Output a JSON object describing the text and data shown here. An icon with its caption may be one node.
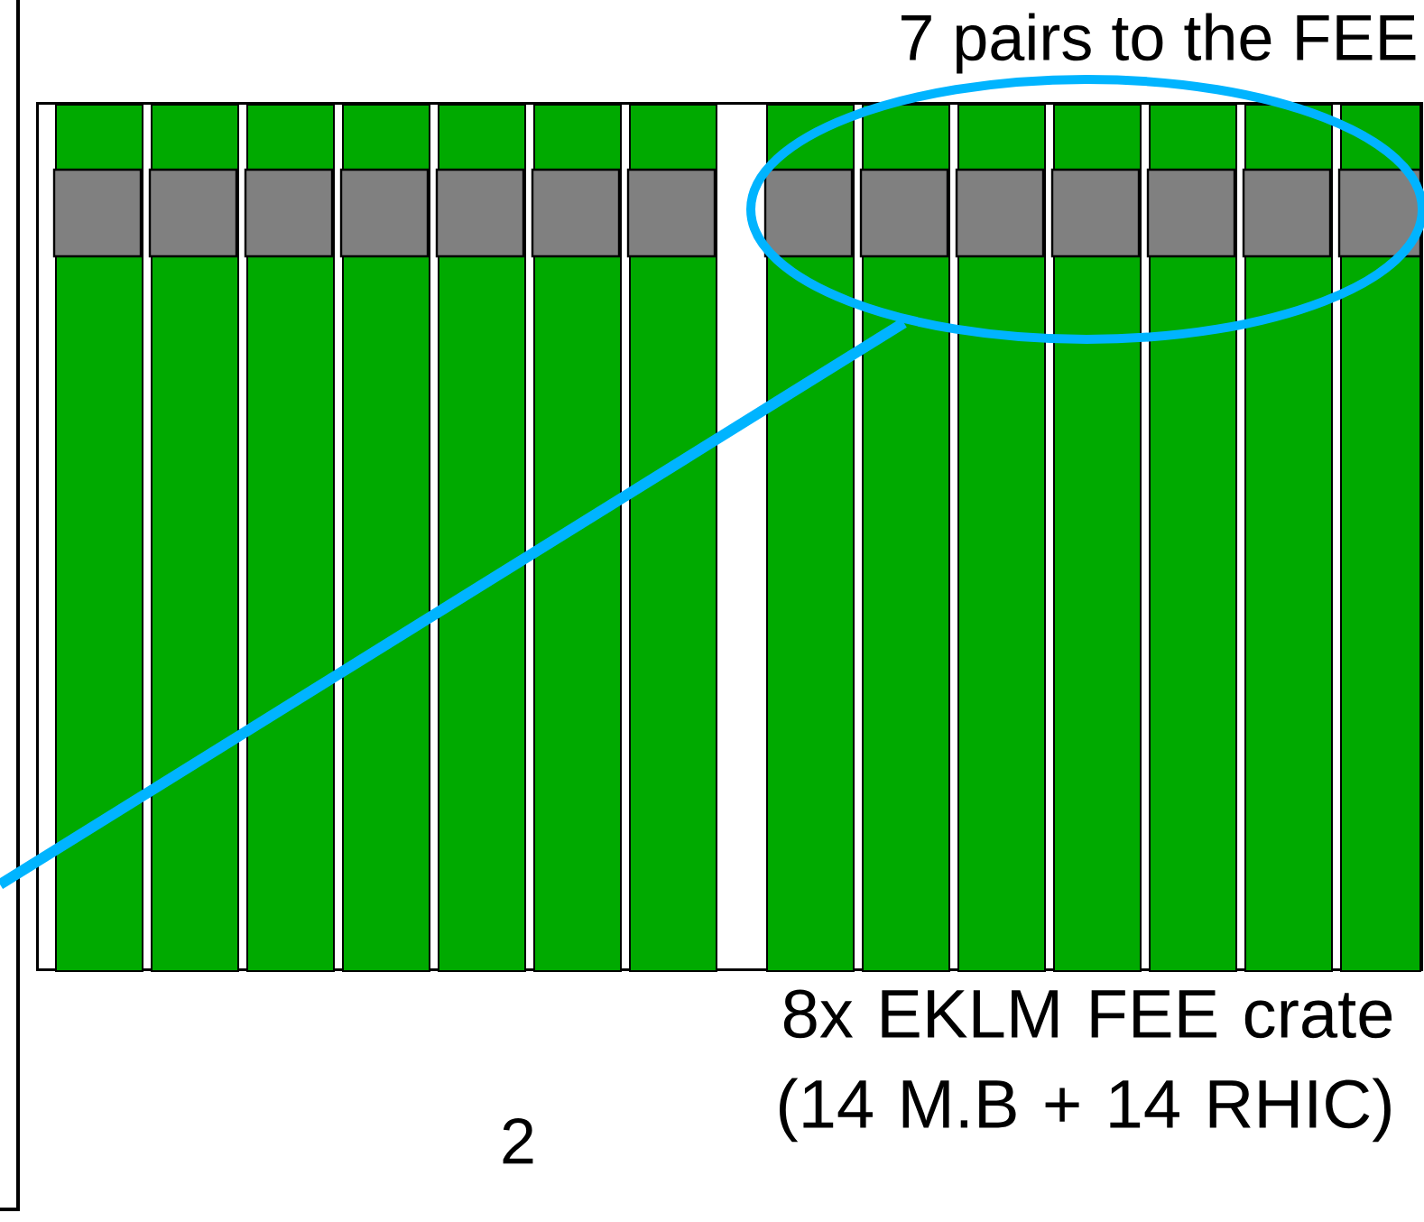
{
  "diagram": {
    "nodes": [
      {
        "text": [
          "8x EKLM FEE crate (14 M.B + 14 RHIC)"
        ]
      },
      {
        "text": [
          "7 pairs to the FEE"
        ]
      }
    ],
    "edges": [
      {
        "from": null,
        "to": 1,
        "arrow": "none"
      }
    ],
    "labels": [
      "2"
    ]
  }
}
